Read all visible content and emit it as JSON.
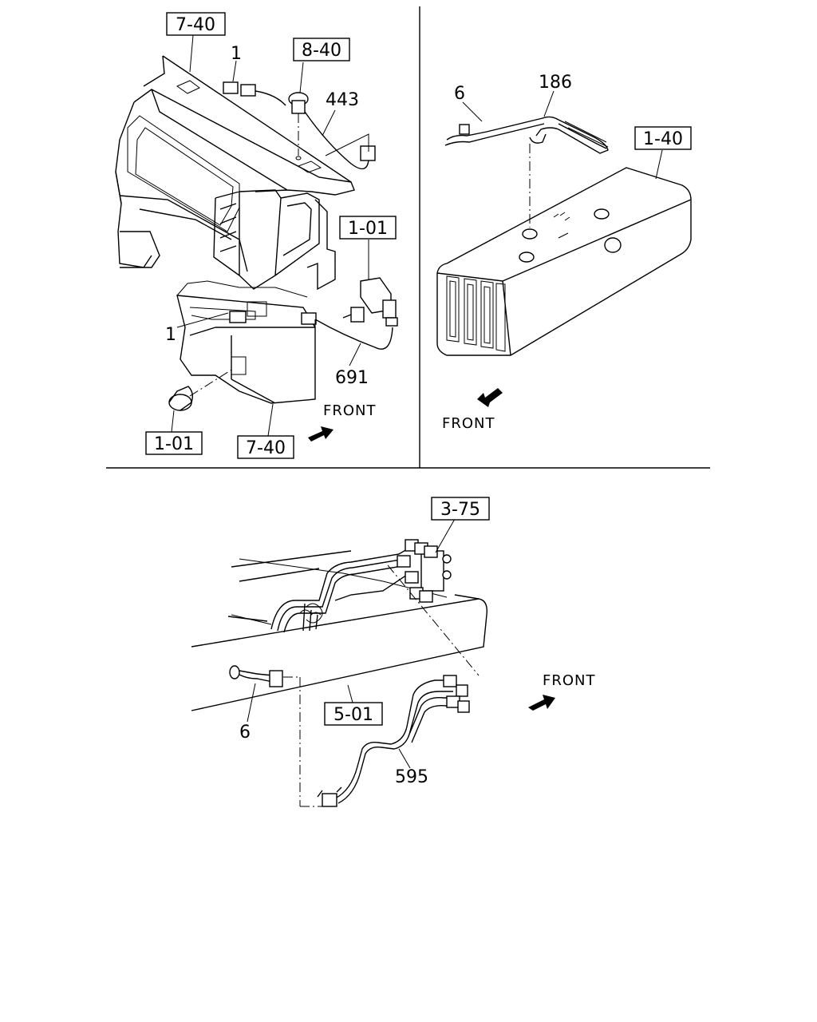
{
  "top_left": {
    "ref_7_40_top": "7-40",
    "ref_8_40": "8-40",
    "part_1_top": "1",
    "part_443": "443",
    "ref_1_01_right": "1-01",
    "part_1_lower": "1",
    "part_691": "691",
    "front_label": "FRONT",
    "ref_1_01_bottom": "1-01",
    "ref_7_40_bottom": "7-40"
  },
  "top_right": {
    "part_6": "6",
    "part_186": "186",
    "ref_1_40": "1-40",
    "front_label": "FRONT"
  },
  "bottom": {
    "ref_3_75": "3-75",
    "front_label": "FRONT",
    "part_6": "6",
    "ref_5_01": "5-01",
    "part_595": "595"
  }
}
